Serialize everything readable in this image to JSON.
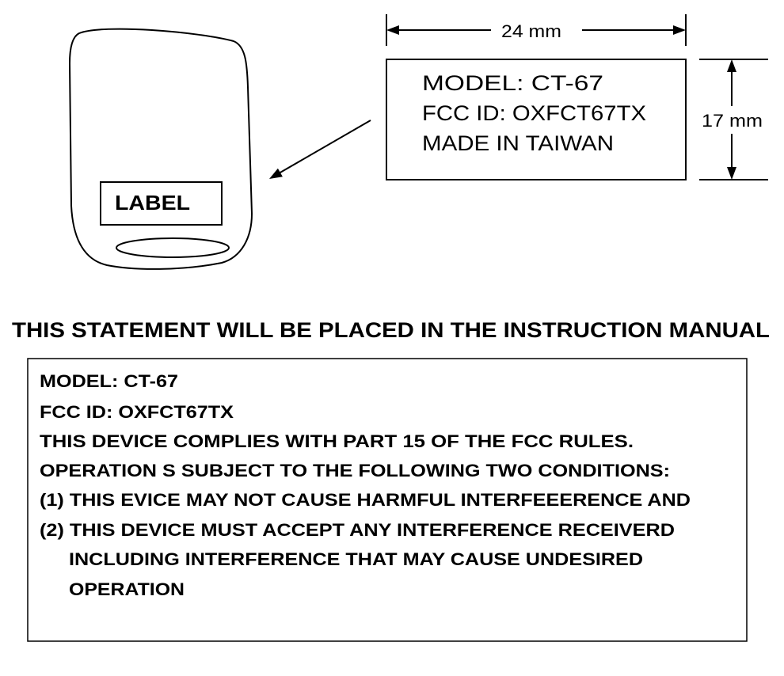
{
  "colors": {
    "ink": "#000000",
    "paper": "#ffffff"
  },
  "device": {
    "label_text": "LABEL"
  },
  "label": {
    "lines": [
      "MODEL: CT-67",
      "FCC ID: OXFCT67TX",
      "MADE IN TAIWAN"
    ],
    "width_dimension": "24 mm",
    "height_dimension": "17 mm"
  },
  "statement": {
    "heading": "THIS STATEMENT WILL BE PLACED IN THE INSTRUCTION MANUAL",
    "lines": [
      "MODEL: CT-67",
      "FCC ID: OXFCT67TX",
      "THIS DEVICE COMPLIES WITH PART 15 OF THE FCC RULES.",
      "OPERATION S SUBJECT TO THE FOLLOWING TWO CONDITIONS:",
      "(1) THIS EVICE MAY NOT CAUSE HARMFUL INTERFEEERENCE AND",
      "(2) THIS DEVICE MUST ACCEPT ANY INTERFERENCE RECEIVERD",
      "INCLUDING INTERFERENCE THAT MAY CAUSE UNDESIRED",
      "OPERATION"
    ]
  }
}
